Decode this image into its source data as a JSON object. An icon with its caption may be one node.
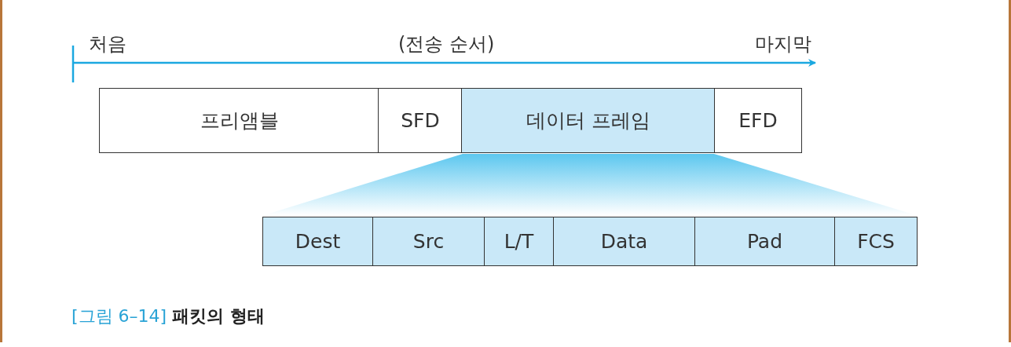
{
  "diagram": {
    "caption": "[그림 6–14] **패킷의 형태**",
    "nodes": [
      {
        "text": [
          "프리앰블"
        ]
      },
      {
        "text": [
          "SFD"
        ]
      },
      {
        "text": [
          "데이터 프레임"
        ]
      },
      {
        "text": [
          "EFD"
        ]
      },
      {
        "text": [
          "Dest"
        ]
      },
      {
        "text": [
          "Src"
        ]
      },
      {
        "text": [
          "L/T"
        ]
      },
      {
        "text": [
          "Data"
        ]
      },
      {
        "text": [
          "Pad"
        ]
      },
      {
        "text": [
          "FCS"
        ]
      },
      {
        "text": [],
        "shape": "trapezoid"
      }
    ],
    "labels": [
      "처음",
      "(전송 순서)",
      "마지막"
    ]
  }
}
